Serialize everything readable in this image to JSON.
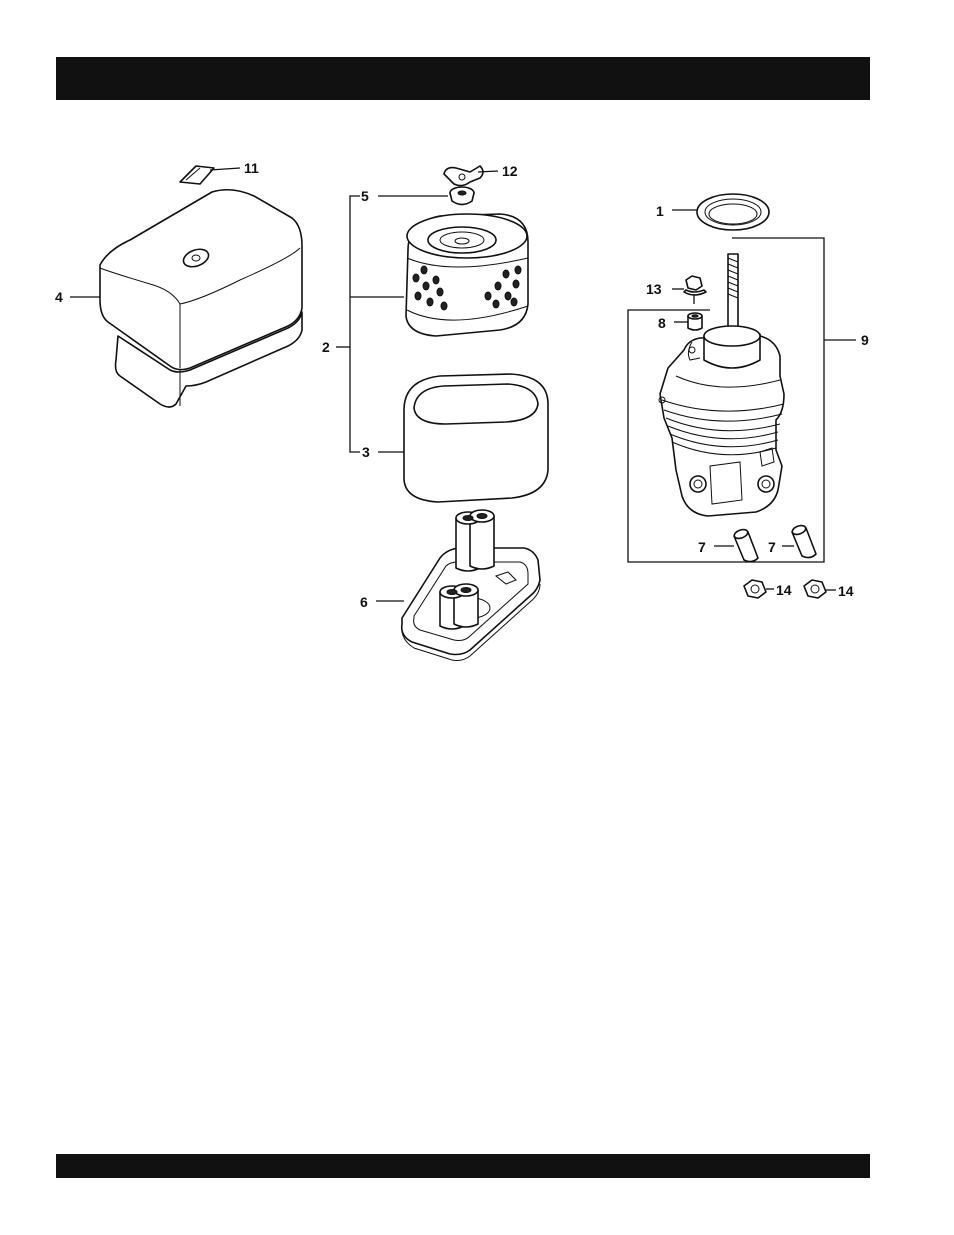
{
  "callouts": {
    "c1": "1",
    "c2": "2",
    "c3": "3",
    "c4": "4",
    "c5": "5",
    "c6": "6",
    "c7a": "7",
    "c7b": "7",
    "c8": "8",
    "c9": "9",
    "c11": "11",
    "c12": "12",
    "c13": "13",
    "c14a": "14",
    "c14b": "14"
  },
  "colors": {
    "bars": "#111111",
    "ink": "#111111",
    "background": "#ffffff"
  }
}
